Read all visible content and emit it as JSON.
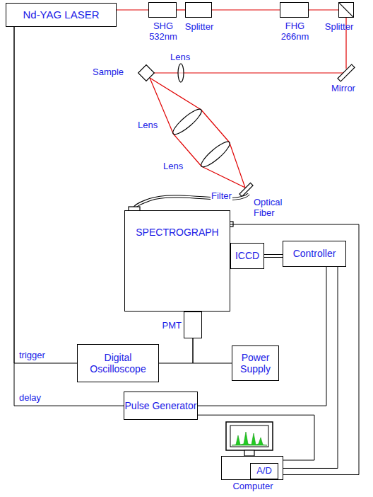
{
  "diagram": {
    "nodes": [
      {
        "text": [
          "Nd-YAG LASER"
        ]
      },
      {
        "text": [
          "SHG 532nm"
        ]
      },
      {
        "text": [
          "Splitter"
        ]
      },
      {
        "text": [
          "FHG 266nm"
        ]
      },
      {
        "text": [
          "Splitter"
        ]
      },
      {
        "text": [
          "SPECTROGRAPH"
        ]
      },
      {
        "text": [
          "ICCD"
        ]
      },
      {
        "text": [
          "Controller"
        ]
      },
      {
        "text": [
          "PMT"
        ]
      },
      {
        "text": [
          "Digital Oscilloscope"
        ]
      },
      {
        "text": [
          "Power Supply"
        ]
      },
      {
        "text": [
          "Pulse Generator"
        ]
      },
      {
        "text": [
          "Computer"
        ]
      },
      {
        "text": [
          "A/D"
        ],
        "in": 12
      }
    ],
    "edges": [
      {
        "from": 0,
        "to": 1,
        "arrow": "none"
      },
      {
        "from": 1,
        "to": 2,
        "arrow": "none"
      },
      {
        "from": 2,
        "to": 3,
        "arrow": "none"
      },
      {
        "from": 3,
        "to": 4,
        "arrow": "none"
      },
      {
        "from": 0,
        "to": 9,
        "label": "trigger",
        "arrow": "none"
      },
      {
        "from": 0,
        "to": 11,
        "label": "delay",
        "arrow": "none"
      },
      {
        "from": 6,
        "to": 7,
        "arrow": "none"
      },
      {
        "from": 8,
        "to": 9,
        "arrow": "none"
      },
      {
        "from": 8,
        "to": 10,
        "arrow": "none"
      },
      {
        "from": 7,
        "to": 11,
        "arrow": "none"
      },
      {
        "from": 7,
        "to": 13,
        "arrow": "none"
      },
      {
        "from": 11,
        "to": 12,
        "arrow": "none"
      },
      {
        "from": 5,
        "to": 13,
        "arrow": "none"
      }
    ],
    "labels": [
      "Lens",
      "Sample",
      "Mirror",
      "Lens",
      "Lens",
      "Filter",
      "Optical Fiber"
    ]
  }
}
